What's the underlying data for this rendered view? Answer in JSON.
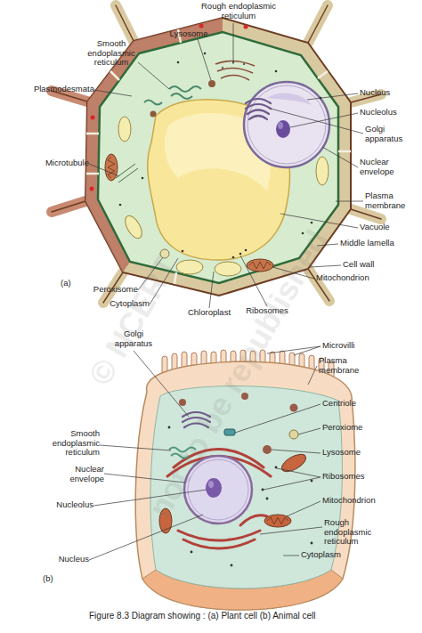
{
  "diagram": {
    "caption": "Figure 8.3 Diagram showing : (a) Plant cell (b) Animal cell",
    "labels": [
      "Rough endoplasmic reticulum",
      "Lysosome",
      "Smooth endoplasmic reticulum",
      "Plasmodesmata",
      "Nucleus",
      "Nucleolus",
      "Golgi apparatus",
      "Microtubule",
      "Nuclear envelope",
      "Plasma membrane",
      "Vacuole",
      "Middle lamella",
      "Cell wall",
      "Mitochondrion",
      "(a)",
      "Peroxisome",
      "Cytoplasm",
      "Chloroplast",
      "Ribosomes",
      "Golgi apparatus",
      "Microvilli",
      "Plasma membrane",
      "Centriole",
      "Peroxiome",
      "Smooth endoplasmic reticulum",
      "Lysosome",
      "Nuclear envelope",
      "Ribosomes",
      "Nucleolus",
      "Mitochondrion",
      "Rough endoplasmic reticulum",
      "Nucleus",
      "Cytoplasm",
      "(b)",
      "© NCERT",
      "not to be republished"
    ]
  }
}
